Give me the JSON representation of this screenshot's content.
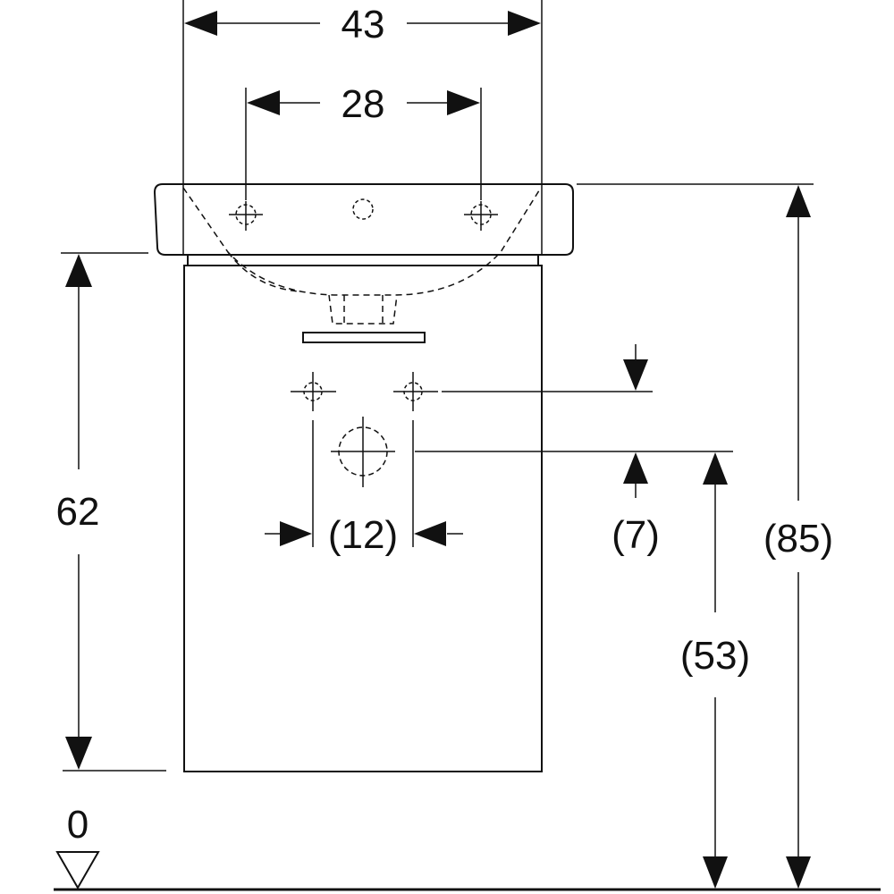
{
  "dimensions": {
    "overall_width": "43",
    "tap_hole_spacing": "28",
    "cabinet_height": "62",
    "outlet_spacing": "(12)",
    "outlet_offset": "(7)",
    "outlet_height": "(53)",
    "overall_height": "(85)",
    "floor_level": "0"
  },
  "colors": {
    "line": "#111111",
    "background": "#ffffff"
  }
}
